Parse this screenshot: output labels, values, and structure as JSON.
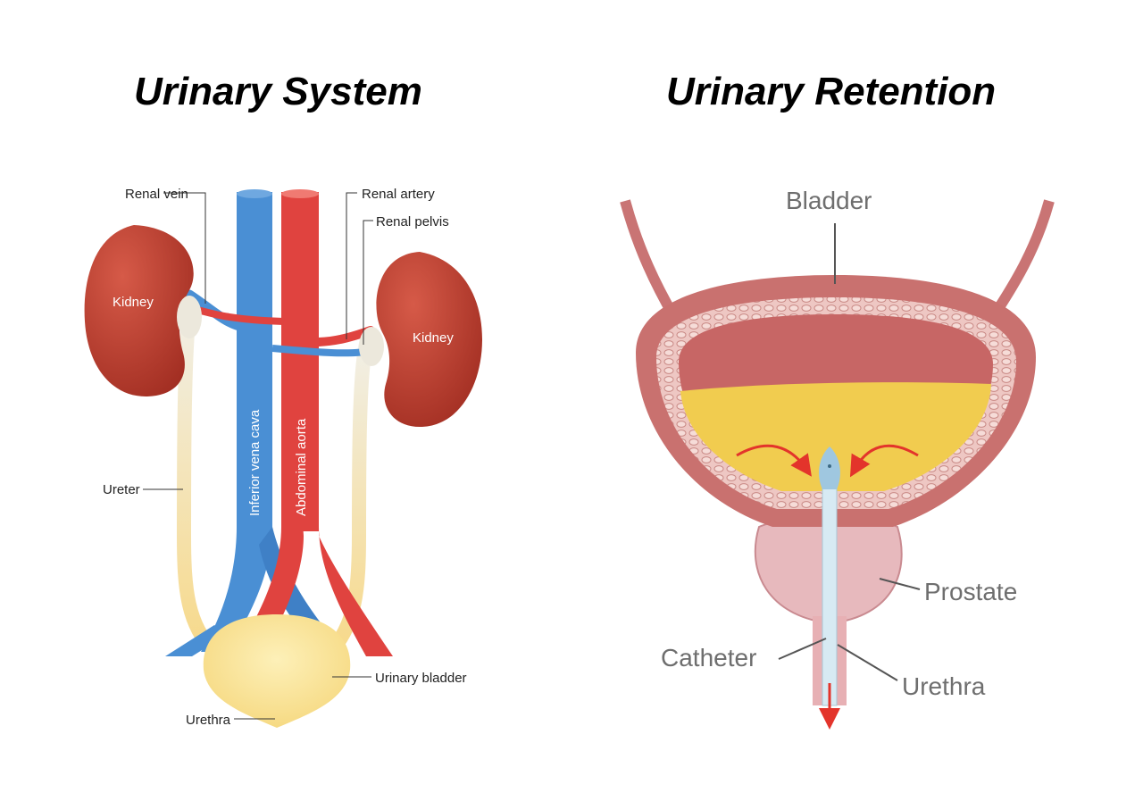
{
  "panels": {
    "left": {
      "title": "Urinary System",
      "labels": {
        "renal_vein": "Renal vein",
        "renal_artery": "Renal artery",
        "renal_pelvis": "Renal pelvis",
        "kidney_left": "Kidney",
        "kidney_right": "Kidney",
        "ureter": "Ureter",
        "inferior_vena_cava": "Inferior vena cava",
        "abdominal_aorta": "Abdominal aorta",
        "urinary_bladder": "Urinary bladder",
        "urethra": "Urethra"
      }
    },
    "right": {
      "title": "Urinary Retention",
      "labels": {
        "bladder": "Bladder",
        "prostate": "Prostate",
        "catheter": "Catheter",
        "urethra": "Urethra"
      }
    }
  },
  "colors": {
    "kidney": "#b8372a",
    "vein": "#4a8fd4",
    "artery": "#e0433f",
    "ureter": "#f7df9a",
    "bladder_fill": "#fbe39a",
    "urine": "#f1cc4f",
    "bladder_wall": "#c9716f",
    "prostate": "#e7b9bd",
    "arrow": "#e3342b"
  }
}
